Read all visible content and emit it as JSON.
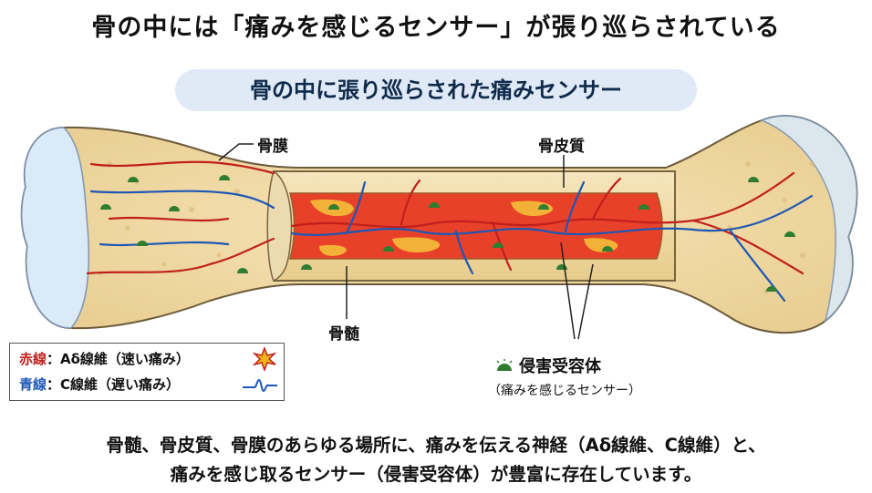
{
  "headline": "骨の中には「痛みを感じるセンサー」が張り巡らされている",
  "subtitle": "骨の中に張り巡らされた痛みセンサー",
  "labels": {
    "periosteum": "骨膜",
    "cortex": "骨皮質",
    "marrow": "骨髄"
  },
  "legend": {
    "red_key": "赤線",
    "red_text": "：Aδ線維（速い痛み）",
    "blue_key": "青線",
    "blue_text": "：C線維（遅い痛み）"
  },
  "sensor": {
    "title": "侵害受容体",
    "desc": "（痛みを感じるセンサー）"
  },
  "caption": {
    "line1": "骨髄、骨皮質、骨膜のあらゆる場所に、痛みを伝える神経（Aδ線維、C線維）と、",
    "line2": "痛みを感じ取るセンサー（侵害受容体）が豊富に存在しています。"
  },
  "colors": {
    "red_nerve": "#c0201c",
    "blue_nerve": "#1d57b5",
    "sensor_green": "#2f7d2f",
    "bone": "#f3dfae",
    "cartilage": "#dbeaf7",
    "marrow": "#e8412a"
  }
}
